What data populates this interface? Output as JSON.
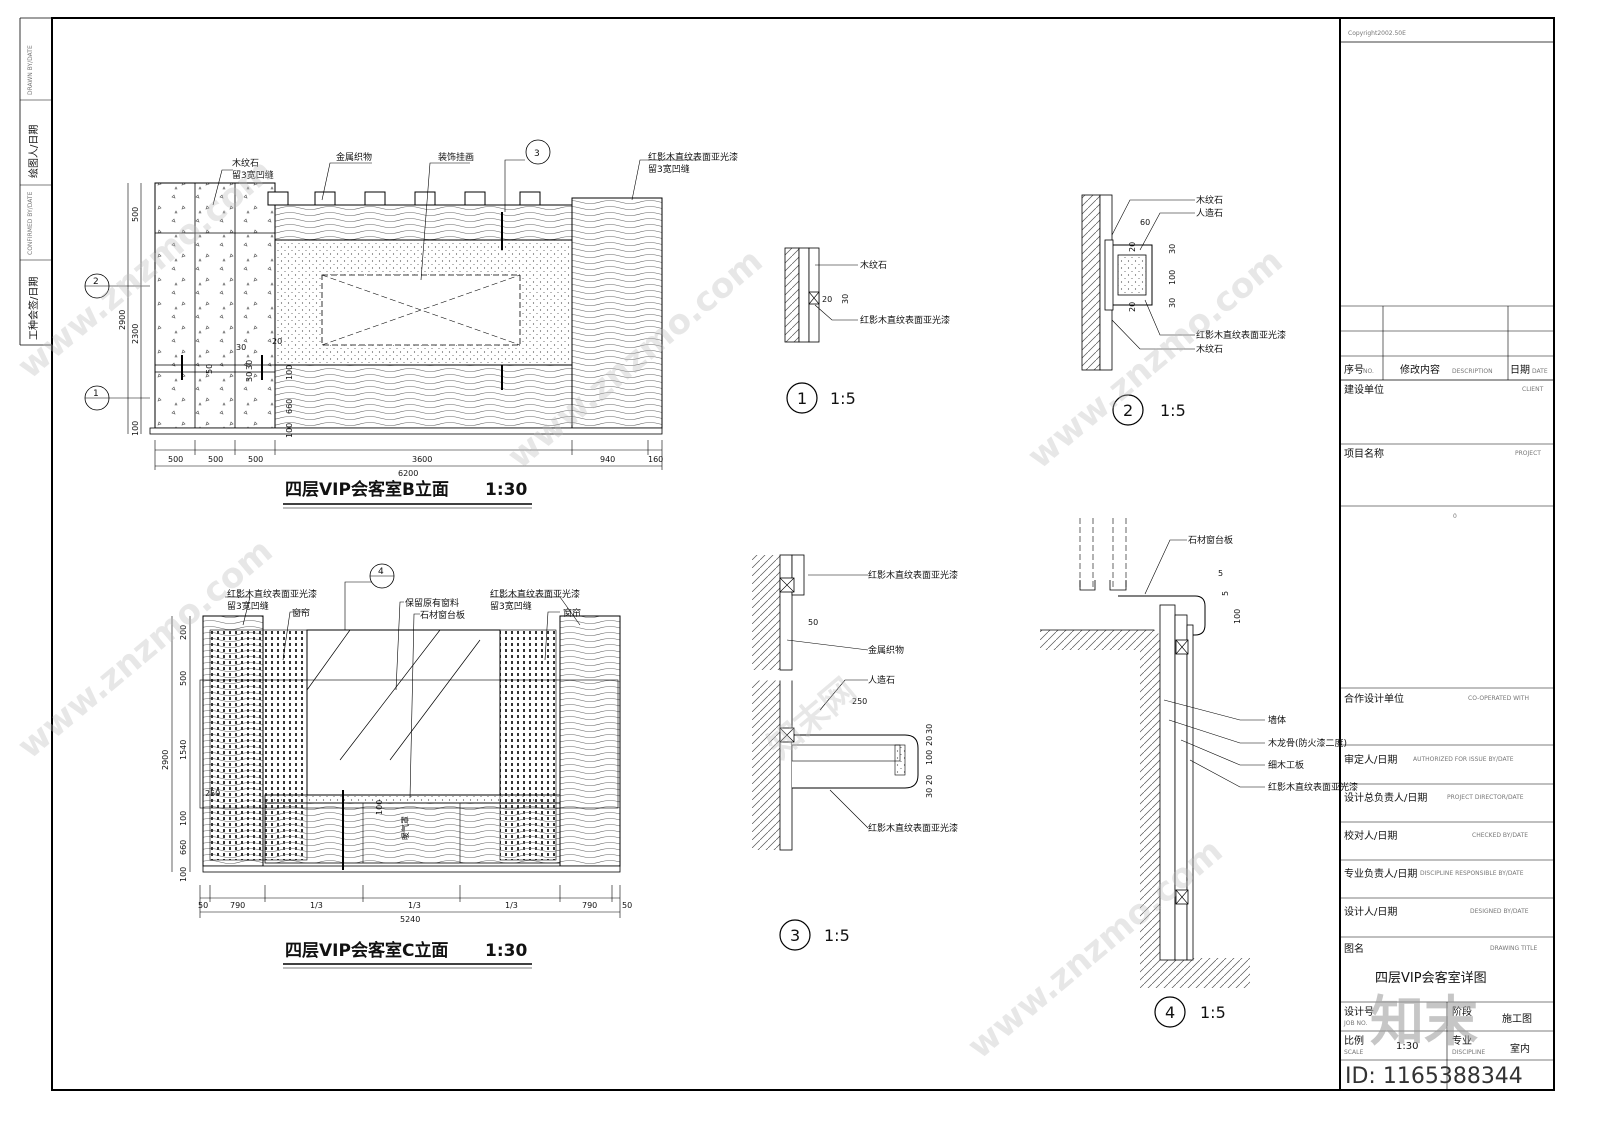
{
  "border_left": {
    "drawn_by": "绘图人/日期",
    "drawn_by_en": "DRAWN BY/DATE",
    "confirmed_by": "工种会签/日期",
    "confirmed_by_en": "CONFIRMED BY/DATE"
  },
  "title_block": {
    "copyright": "Copyright2002.50E",
    "rev_no": "序号",
    "rev_no_en": "NO.",
    "rev_content": "修改内容",
    "rev_content_en": "DESCRIPTION",
    "rev_date": "日期",
    "rev_date_en": "DATE",
    "client": "建设单位",
    "client_en": "CLIENT",
    "project": "项目名称",
    "project_en": "PROJECT",
    "project_mark": "0",
    "cooperated": "合作设计单位",
    "cooperated_en": "CO-OPERATED WITH",
    "authorized": "审定人/日期",
    "authorized_en": "AUTHORIZED FOR ISSUE BY/DATE",
    "director": "设计总负责人/日期",
    "director_en": "PROJECT DIRECTOR/DATE",
    "checked": "校对人/日期",
    "checked_en": "CHECKED BY/DATE",
    "discipline_resp": "专业负责人/日期",
    "discipline_resp_en": "DISCIPLINE RESPONSIBLE BY/DATE",
    "designed": "设计人/日期",
    "designed_en": "DESIGNED BY/DATE",
    "drawing_title": "图名",
    "drawing_title_en": "DRAWING TITLE",
    "drawing_title_value": "四层VIP会客室详图",
    "job_no": "设计号",
    "job_no_en": "JOB NO.",
    "stage": "阶段",
    "stage_value": "施工图",
    "scale": "比例",
    "scale_en": "SCALE",
    "scale_value": "1:30",
    "discipline": "专业",
    "discipline_en": "DISCIPLINE",
    "discipline_value": "室内",
    "id_text": "ID: 1165388344"
  },
  "elevation_b": {
    "title": "四层VIP会客室B立面",
    "scale": "1:30",
    "labels": {
      "stone": "木纹石",
      "stone_gap": "留3宽凹缝",
      "metal_fabric": "金属织物",
      "painting": "装饰挂画",
      "wood_veneer": "红影木直纹表面亚光漆",
      "wood_gap": "留3宽凹缝"
    },
    "callouts": [
      "3",
      "2",
      "1"
    ],
    "dims_bottom": [
      "500",
      "500",
      "500",
      "3600",
      "940",
      "160"
    ],
    "dim_total": "6200",
    "dims_left": [
      "500",
      "2900",
      "2300",
      "100"
    ],
    "dims_inner": [
      "30",
      "20",
      "50",
      "30",
      "30",
      "100",
      "660",
      "100"
    ]
  },
  "elevation_c": {
    "title": "四层VIP会客室C立面",
    "scale": "1:30",
    "labels": {
      "wood_veneer_l": "红影木直纹表面亚光漆",
      "gap_l": "留3宽凹缝",
      "curtain_l": "窗帘",
      "keep_window": "保留原有窗料",
      "sill": "石材窗台板",
      "wood_veneer_r": "红影木直纹表面亚光漆",
      "gap_r": "留3宽凹缝",
      "curtain_r": "窗帘",
      "cabinet": "暖气罩"
    },
    "callout": "4",
    "dims_bottom": [
      "50",
      "790",
      "1/3",
      "1/3",
      "1/3",
      "790",
      "50"
    ],
    "dim_total": "5240",
    "dims_left": [
      "200",
      "500",
      "1540",
      "2900",
      "100",
      "660",
      "100"
    ],
    "dims_inner": [
      "250",
      "100"
    ]
  },
  "detail_1": {
    "num": "1",
    "scale": "1:5",
    "labels": {
      "stone": "木纹石",
      "wood": "红影木直纹表面亚光漆"
    },
    "dims": [
      "20",
      "30"
    ]
  },
  "detail_2": {
    "num": "2",
    "scale": "1:5",
    "labels": {
      "stone": "木纹石",
      "artificial": "人造石",
      "wood": "红影木直纹表面亚光漆",
      "stone_b": "木纹石"
    },
    "dims": [
      "60",
      "20",
      "30",
      "100",
      "30",
      "20"
    ]
  },
  "detail_3": {
    "num": "3",
    "scale": "1:5",
    "labels": {
      "wood_top": "红影木直纹表面亚光漆",
      "metal": "金属织物",
      "artificial": "人造石",
      "wood_bottom": "红影木直纹表面亚光漆"
    },
    "dims": [
      "50",
      "250",
      "30",
      "20",
      "100",
      "20",
      "30"
    ]
  },
  "detail_4": {
    "num": "4",
    "scale": "1:5",
    "labels": {
      "sill": "石材窗台板",
      "wall": "墙体",
      "keel": "木龙骨(防火漆二度)",
      "board": "细木工板",
      "wood": "红影木直纹表面亚光漆"
    },
    "dims": [
      "5",
      "5",
      "100"
    ]
  },
  "watermark": {
    "brand_cn": "知末",
    "site": "www.znzmo.com",
    "site_cn": "知末网"
  }
}
